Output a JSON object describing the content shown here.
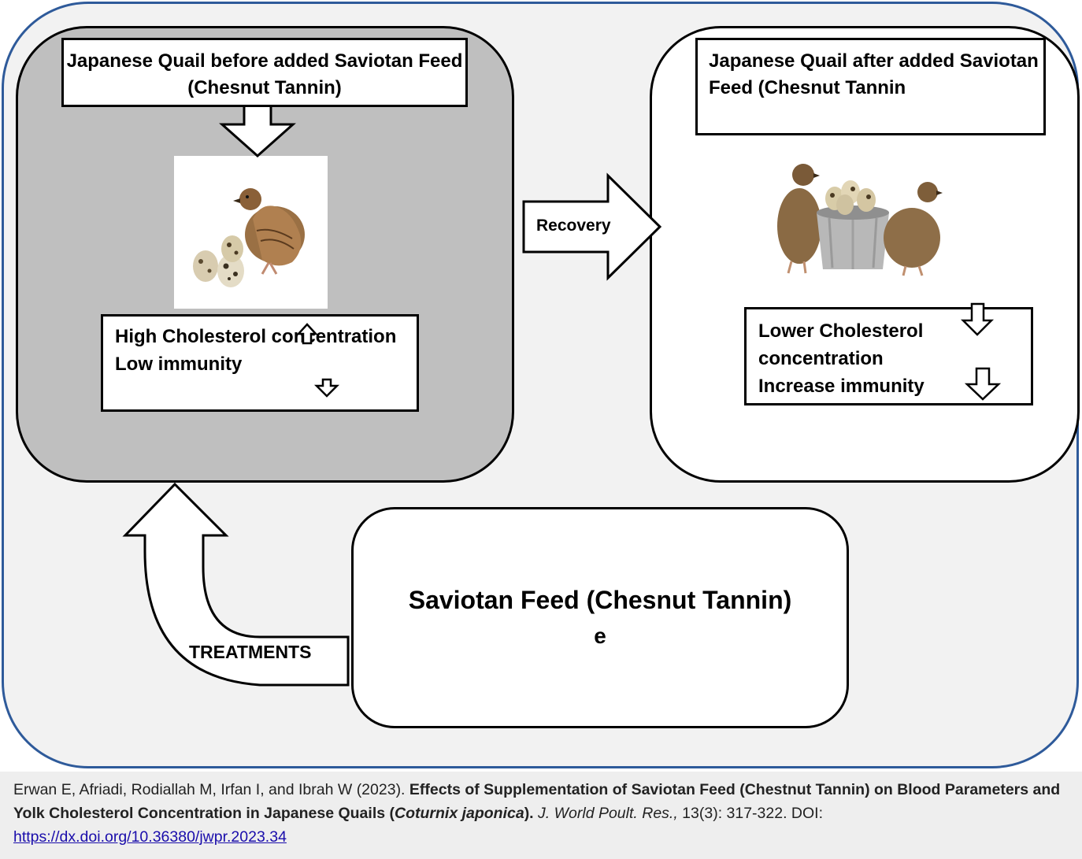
{
  "diagram": {
    "before_title": "Japanese Quail before added Saviotan Feed (Chesnut Tannin)",
    "before_status": [
      "High Cholesterol concentration",
      "Low immunity"
    ],
    "after_title_lines": [
      "Japanese Quail after added Saviotan",
      "Feed (Chesnut Tannin"
    ],
    "after_status": [
      "Lower Cholesterol",
      "concentration",
      "Increase immunity"
    ],
    "recovery_label": "Recovery",
    "treatments_label": "TREATMENTS",
    "feed_title": "Saviotan Feed (Chesnut Tannin)",
    "feed_note": "e",
    "colors": {
      "outer_border": "#2e5a9a",
      "outer_fill": "#f2f2f2",
      "before_panel": "#bfbfbf"
    }
  },
  "citation": {
    "authors": "Erwan E, Afriadi, Rodiallah M, Irfan I, and Ibrah W (2023). ",
    "title": "Effects of Supplementation of Saviotan Feed (Chestnut Tannin) on Blood Parameters and Yolk Cholesterol Concentration in Japanese Quails (",
    "species": "Coturnix japonica",
    "title_end": "). ",
    "journal": "J. World Poult. Res.,",
    "volume": " 13(3): 317-322. DOI: ",
    "doi_url": "https://dx.doi.org/10.36380/jwpr.2023.34"
  }
}
